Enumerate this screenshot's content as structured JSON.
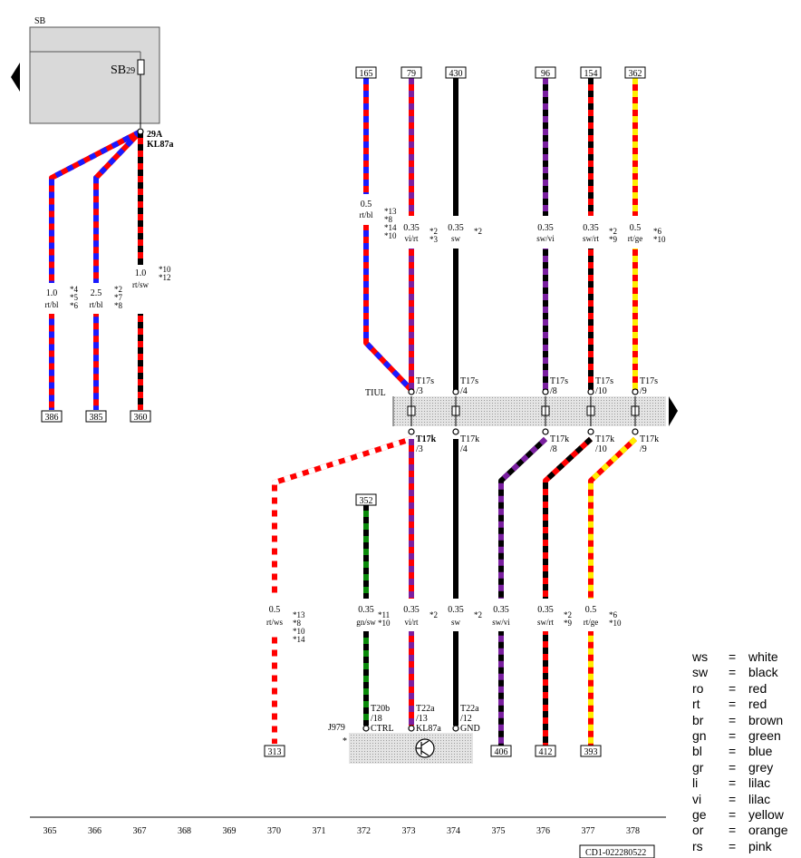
{
  "title_box": "SB",
  "fuse_label": "SB",
  "fuse_num": "29",
  "fuse_terminal": "29A",
  "fuse_term2": "KL87a",
  "connector_main": "T17s",
  "connector_lower": "T17k",
  "connector_station": "TIUL",
  "j979": "J979",
  "j979_star": "*",
  "columns": [
    "365",
    "366",
    "367",
    "368",
    "369",
    "370",
    "371",
    "372",
    "373",
    "374",
    "375",
    "376",
    "377",
    "378"
  ],
  "left_wires": [
    {
      "gauge": "1.0",
      "color": "rt/bl",
      "notes": [
        "*4",
        "*5",
        "*6"
      ],
      "dest": "386"
    },
    {
      "gauge": "2.5",
      "color": "rt/bl",
      "notes": [
        "*2",
        "*7",
        "*8"
      ],
      "dest": "385"
    },
    {
      "gauge": "1.0",
      "color": "rt/sw",
      "notes": [
        "*10",
        "*12"
      ],
      "dest": "360"
    }
  ],
  "top_wires": [
    {
      "ref": "165",
      "gauge": "0.5",
      "color": "rt/bl",
      "notes": [
        "*13",
        "*8",
        "*14",
        "*10"
      ],
      "pin": "/3"
    },
    {
      "ref": "79",
      "gauge": "0.35",
      "color": "vi/rt",
      "notes": [
        "*2",
        "*3"
      ],
      "pin": "/3"
    },
    {
      "ref": "430",
      "gauge": "0.35",
      "color": "sw",
      "notes": [
        "*2"
      ],
      "pin": "/4"
    },
    {
      "ref": "96",
      "gauge": "0.35",
      "color": "sw/vi",
      "notes": [],
      "pin": "/8"
    },
    {
      "ref": "154",
      "gauge": "0.35",
      "color": "sw/rt",
      "notes": [
        "*2",
        "*9"
      ],
      "pin": "/10"
    },
    {
      "ref": "362",
      "gauge": "0.5",
      "color": "rt/ge",
      "notes": [
        "*6",
        "*10"
      ],
      "pin": "/9"
    }
  ],
  "bottom_wires": [
    {
      "gauge": "0.5",
      "color": "rt/ws",
      "notes": [
        "*13",
        "*8",
        "*10",
        "*14"
      ],
      "dest": "313"
    },
    {
      "ref": "352",
      "gauge": "0.35",
      "color": "gn/sw",
      "notes": [
        "*11",
        "*10"
      ],
      "pin": "T20b",
      "pin2": "/18",
      "func": "CTRL"
    },
    {
      "gauge": "0.35",
      "color": "vi/rt",
      "notes": [
        "*2"
      ],
      "pin": "T22a",
      "pin2": "/13",
      "func": "KL87a"
    },
    {
      "gauge": "0.35",
      "color": "sw",
      "notes": [
        "*2"
      ],
      "pin": "T22a",
      "pin2": "/12",
      "func": "GND"
    },
    {
      "gauge": "0.35",
      "color": "sw/vi",
      "notes": [],
      "dest": "406"
    },
    {
      "gauge": "0.35",
      "color": "sw/rt",
      "notes": [
        "*2",
        "*9"
      ],
      "dest": "412"
    },
    {
      "gauge": "0.5",
      "color": "rt/ge",
      "notes": [
        "*6",
        "*10"
      ],
      "dest": "393"
    }
  ],
  "lower_pins": [
    "/3",
    "/4",
    "/8",
    "/10",
    "/9"
  ],
  "legend": [
    {
      "code": "ws",
      "eq": "=",
      "name": "white"
    },
    {
      "code": "sw",
      "eq": "=",
      "name": "black"
    },
    {
      "code": "ro",
      "eq": "=",
      "name": "red"
    },
    {
      "code": "rt",
      "eq": "=",
      "name": "red"
    },
    {
      "code": "br",
      "eq": "=",
      "name": "brown"
    },
    {
      "code": "gn",
      "eq": "=",
      "name": "green"
    },
    {
      "code": "bl",
      "eq": "=",
      "name": "blue"
    },
    {
      "code": "gr",
      "eq": "=",
      "name": "grey"
    },
    {
      "code": "li",
      "eq": "=",
      "name": "lilac"
    },
    {
      "code": "vi",
      "eq": "=",
      "name": "lilac"
    },
    {
      "code": "ge",
      "eq": "=",
      "name": "yellow"
    },
    {
      "code": "or",
      "eq": "=",
      "name": "orange"
    },
    {
      "code": "rs",
      "eq": "=",
      "name": "pink"
    }
  ],
  "doc_id": "CD1-022280522",
  "colors": {
    "red": "#ff0000",
    "blue": "#1a1aff",
    "black": "#000000",
    "violet": "#7a1fa0",
    "yellow": "#ffee00",
    "green": "#0a8a0a",
    "white": "#ffffff",
    "grey": "#d6d6d6"
  }
}
